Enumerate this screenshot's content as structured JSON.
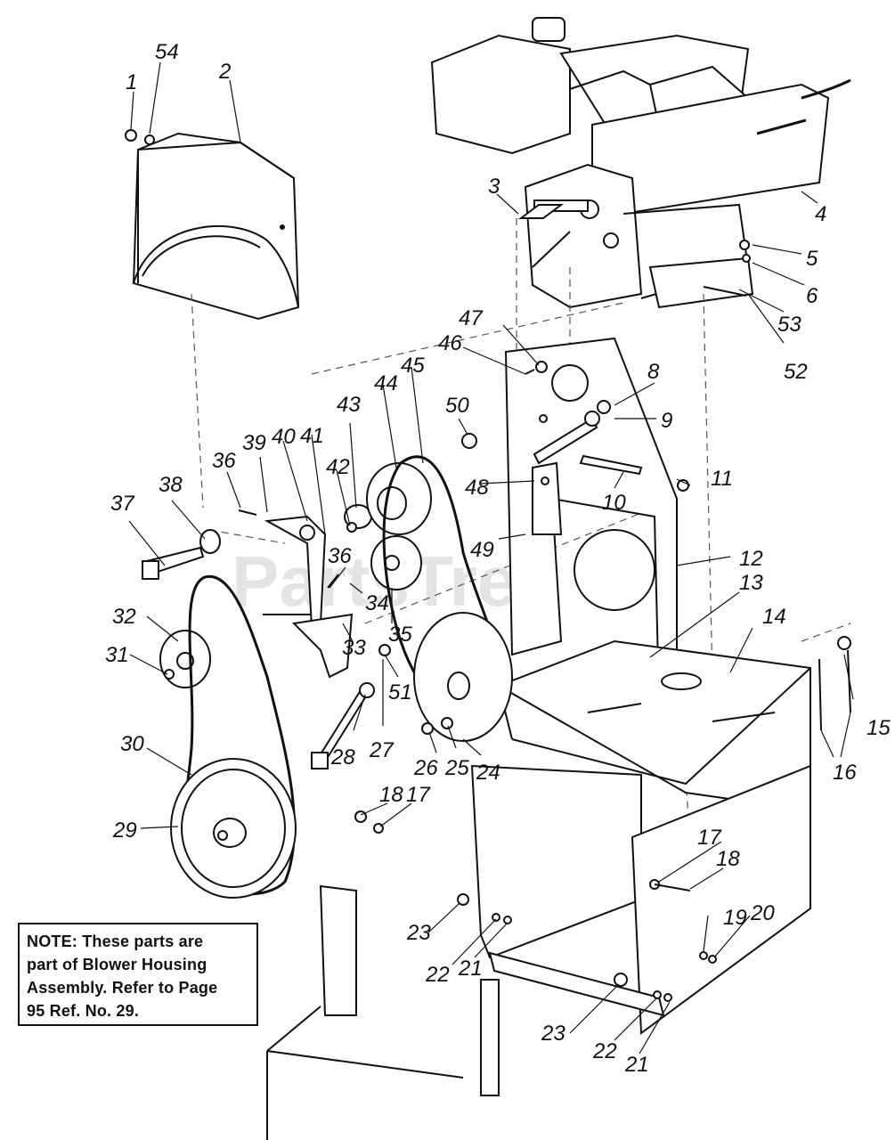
{
  "watermark": "PartsTree",
  "note": {
    "lines": [
      "NOTE: These parts are",
      "part of Blower Housing",
      "Assembly. Refer to Page",
      "95 Ref. No. 29."
    ]
  },
  "callouts": [
    "1",
    "54",
    "2",
    "3",
    "4",
    "5",
    "6",
    "53",
    "52",
    "47",
    "46",
    "8",
    "9",
    "50",
    "45",
    "44",
    "43",
    "41",
    "40",
    "39",
    "36",
    "42",
    "38",
    "37",
    "48",
    "10",
    "11",
    "49",
    "12",
    "36",
    "34",
    "32",
    "31",
    "35",
    "33",
    "13",
    "14",
    "15",
    "16",
    "30",
    "28",
    "27",
    "51",
    "26",
    "25",
    "24",
    "29",
    "18",
    "17",
    "17",
    "18",
    "23",
    "19",
    "20",
    "22",
    "21",
    "23",
    "22",
    "21"
  ]
}
